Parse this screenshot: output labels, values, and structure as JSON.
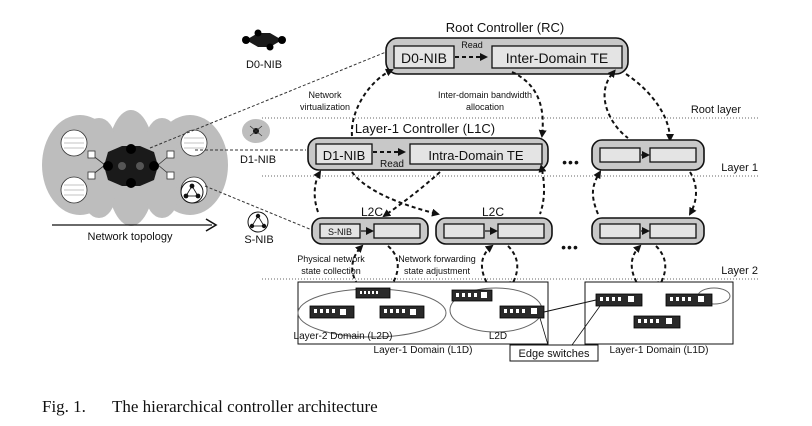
{
  "labels": {
    "root_controller": "Root Controller (RC)",
    "d0_nib": "D0-NIB",
    "inter_domain_te": "Inter-Domain TE",
    "read_top": "Read",
    "d0_nib_icon_label": "D0-NIB",
    "network_virtualization_1": "Network",
    "network_virtualization_2": "virtualization",
    "inter_domain_bw_1": "Inter-domain bandwidth",
    "inter_domain_bw_2": "allocation",
    "root_layer": "Root layer",
    "layer1_controller": "Layer-1 Controller (L1C)",
    "d1_nib": "D1-NIB",
    "intra_domain_te": "Intra-Domain TE",
    "read_l1": "Read",
    "d1_nib_icon_label": "D1-NIB",
    "layer_1": "Layer 1",
    "ellipsis_l1": "•••",
    "l2c_left": "L2C",
    "l2c_right": "L2C",
    "s_nib_box": "S-NIB",
    "s_nib_icon_label": "S-NIB",
    "ellipsis_l2": "•••",
    "network_topology": "Network topology",
    "physical_state_1": "Physical network",
    "physical_state_2": "state collection",
    "forwarding_state_1": "Network forwarding",
    "forwarding_state_2": "state adjustment",
    "layer_2": "Layer 2",
    "layer2_domain": "Layer-2 Domain (L2D)",
    "l2d": "L2D",
    "layer1_domain_left": "Layer-1 Domain (L1D)",
    "layer1_domain_right": "Layer-1 Domain (L1D)",
    "edge_switches": "Edge switches",
    "caption_num": "Fig. 1.",
    "caption_text": "The hierarchical controller architecture"
  },
  "colors": {
    "controller_fill": "#c8c8c8",
    "inner_box_fill": "#e4e4e4",
    "switch_fill": "#2a2a2a",
    "topology_fill": "#bdbdbd"
  },
  "icons": [
    "network-graph-icon",
    "switch-icon",
    "arrow-right-icon",
    "ellipsis-icon"
  ]
}
